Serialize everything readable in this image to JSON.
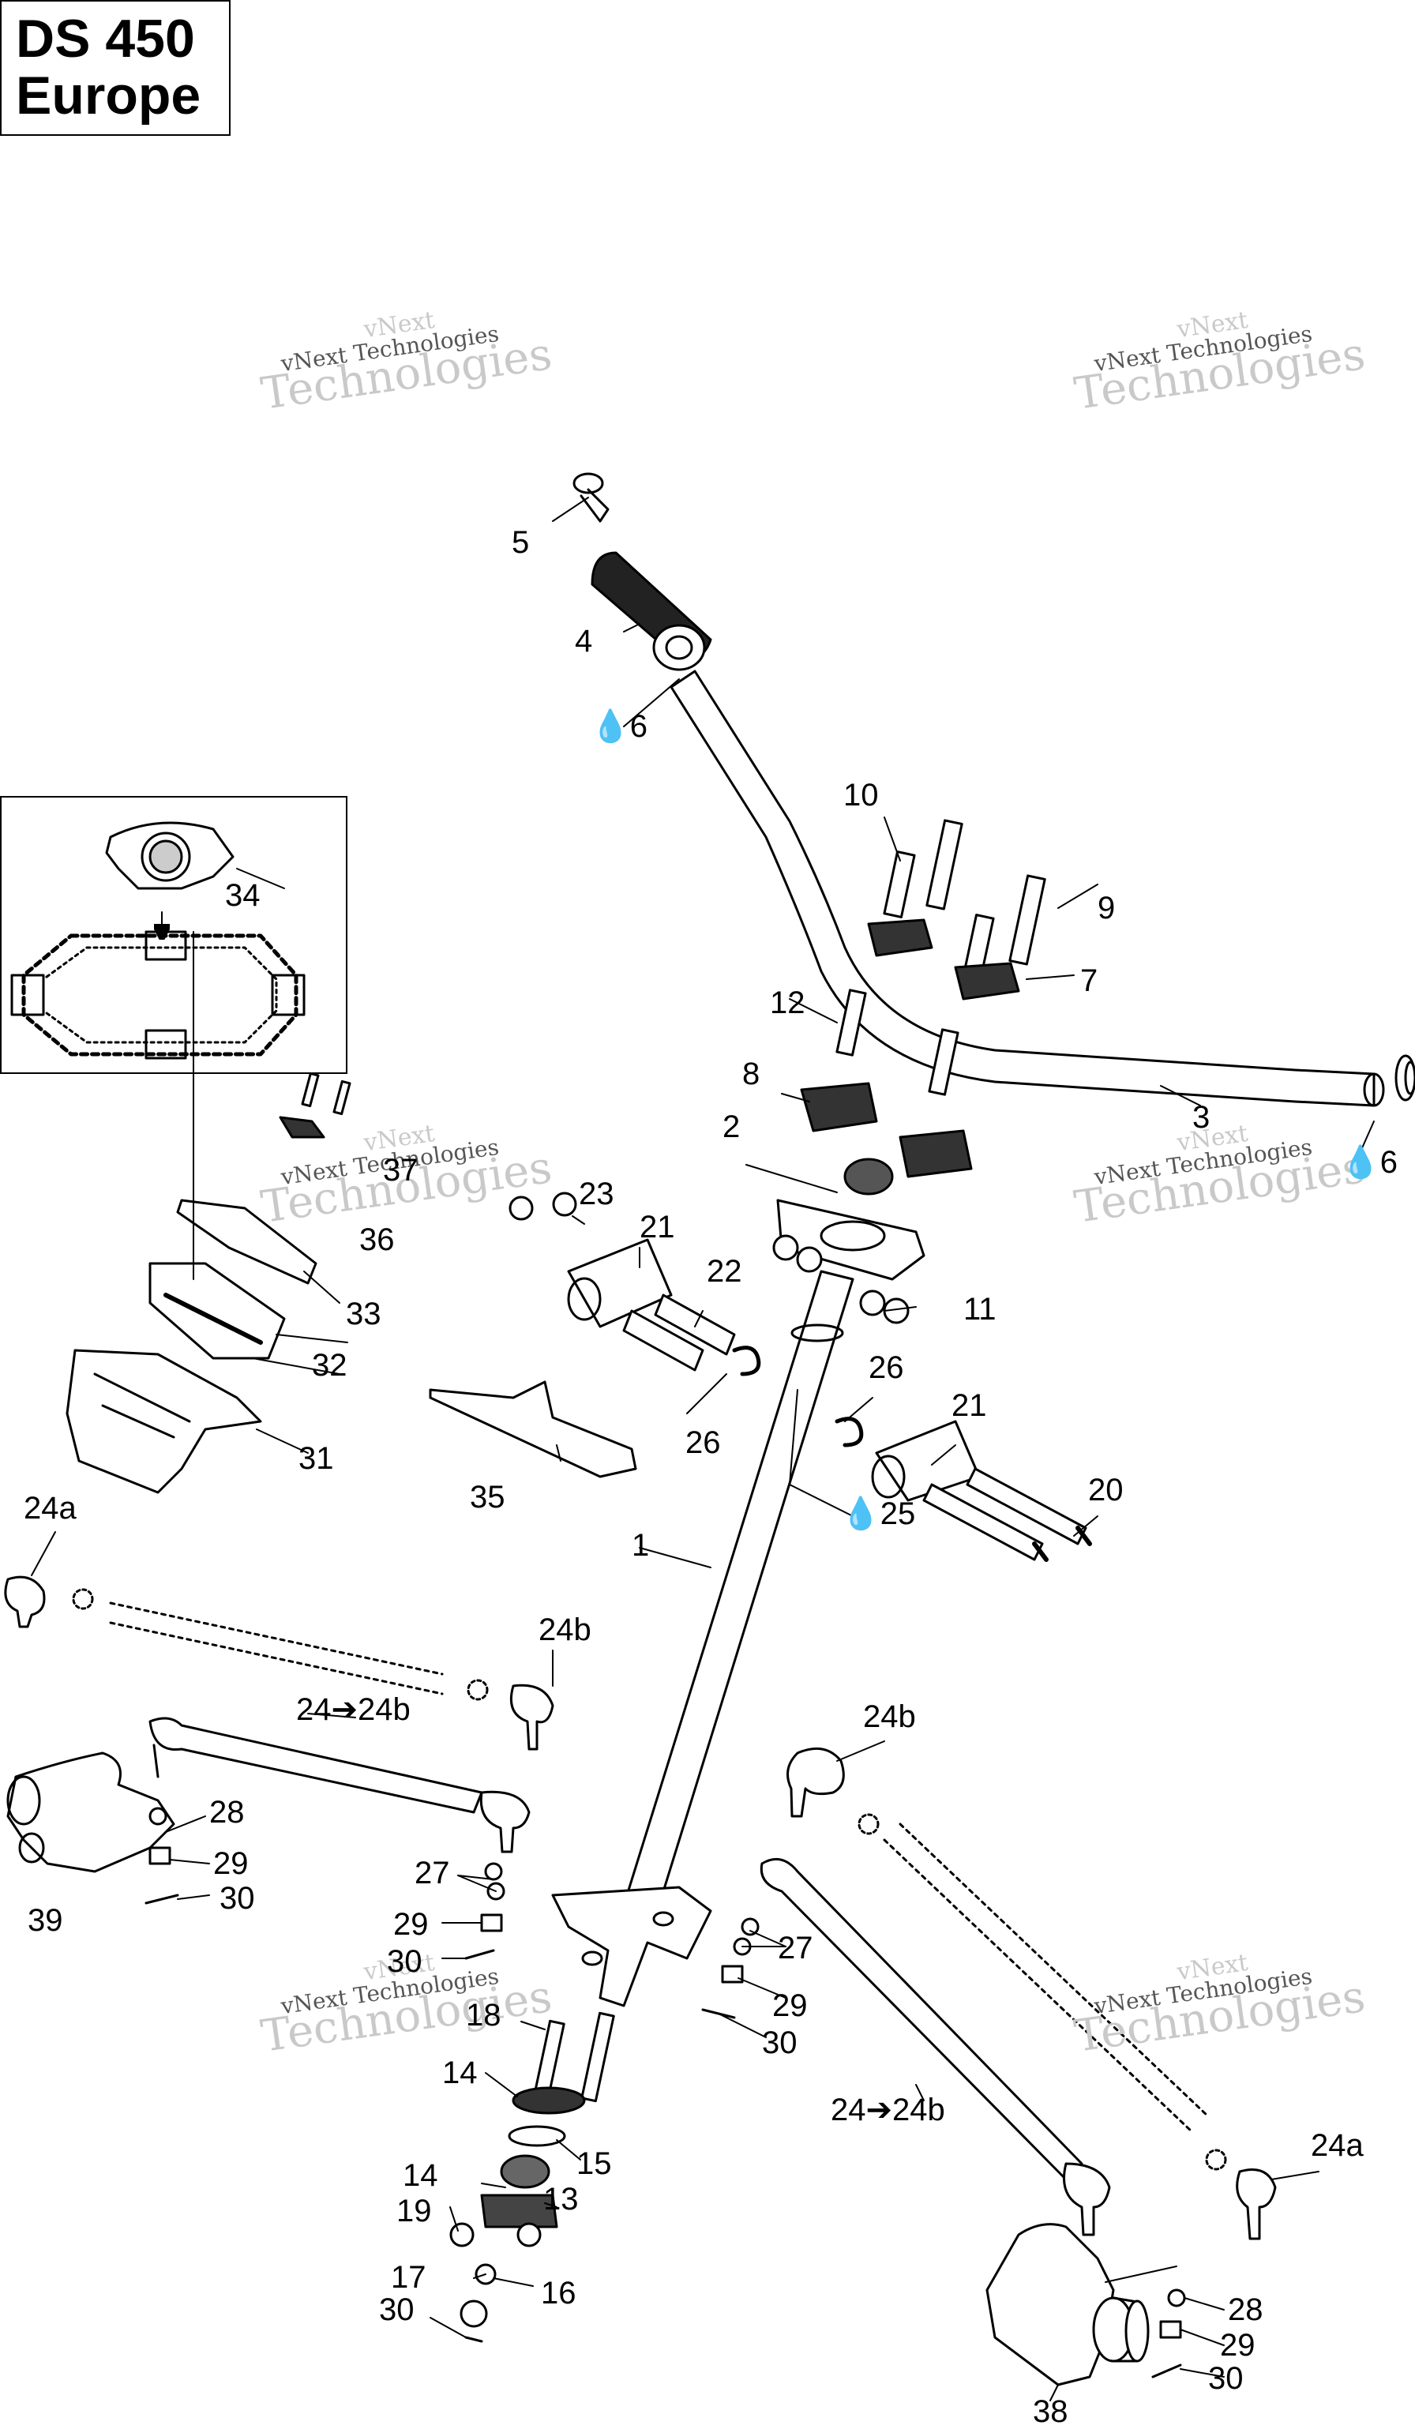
{
  "title": {
    "line1": "DS 450",
    "line2": "Europe"
  },
  "watermark": {
    "line1": "vNext",
    "line2": "vNext Technologies",
    "line3": "Technologies"
  },
  "callouts": [
    {
      "id": "c5",
      "text": "5"
    },
    {
      "id": "c4",
      "text": "4"
    },
    {
      "id": "c6a",
      "text": "💧6"
    },
    {
      "id": "c10",
      "text": "10"
    },
    {
      "id": "c9",
      "text": "9"
    },
    {
      "id": "c7",
      "text": "7"
    },
    {
      "id": "c34",
      "text": "34"
    },
    {
      "id": "c12",
      "text": "12"
    },
    {
      "id": "c8",
      "text": "8"
    },
    {
      "id": "c3",
      "text": "3"
    },
    {
      "id": "c6b",
      "text": "💧6"
    },
    {
      "id": "c2",
      "text": "2"
    },
    {
      "id": "c37",
      "text": "37"
    },
    {
      "id": "c23",
      "text": "23"
    },
    {
      "id": "c21a",
      "text": "21"
    },
    {
      "id": "c36",
      "text": "36"
    },
    {
      "id": "c22",
      "text": "22"
    },
    {
      "id": "c33",
      "text": "33"
    },
    {
      "id": "c11",
      "text": "11"
    },
    {
      "id": "c32",
      "text": "32"
    },
    {
      "id": "c26a",
      "text": "26"
    },
    {
      "id": "c26b",
      "text": "26"
    },
    {
      "id": "c21b",
      "text": "21"
    },
    {
      "id": "c31",
      "text": "31"
    },
    {
      "id": "c35",
      "text": "35"
    },
    {
      "id": "c25",
      "text": "💧25"
    },
    {
      "id": "c20",
      "text": "20"
    },
    {
      "id": "c24a1",
      "text": "24a"
    },
    {
      "id": "c1",
      "text": "1"
    },
    {
      "id": "c24b1",
      "text": "24b"
    },
    {
      "id": "c24to24b1",
      "text": "24➔24b"
    },
    {
      "id": "c24b2",
      "text": "24b"
    },
    {
      "id": "c28a",
      "text": "28"
    },
    {
      "id": "c29a",
      "text": "29"
    },
    {
      "id": "c39",
      "text": "39"
    },
    {
      "id": "c30a",
      "text": "30"
    },
    {
      "id": "c27a",
      "text": "27"
    },
    {
      "id": "c29b",
      "text": "29"
    },
    {
      "id": "c30b",
      "text": "30"
    },
    {
      "id": "c27b",
      "text": "27"
    },
    {
      "id": "c29c",
      "text": "29"
    },
    {
      "id": "c18",
      "text": "18"
    },
    {
      "id": "c30c",
      "text": "30"
    },
    {
      "id": "c14a",
      "text": "14"
    },
    {
      "id": "c24to24b2",
      "text": "24➔24b"
    },
    {
      "id": "c15",
      "text": "15"
    },
    {
      "id": "c24a2",
      "text": "24a"
    },
    {
      "id": "c14b",
      "text": "14"
    },
    {
      "id": "c13",
      "text": "13"
    },
    {
      "id": "c19",
      "text": "19"
    },
    {
      "id": "c17",
      "text": "17"
    },
    {
      "id": "c16",
      "text": "16"
    },
    {
      "id": "c30d",
      "text": "30"
    },
    {
      "id": "c28b",
      "text": "28"
    },
    {
      "id": "c29d",
      "text": "29"
    },
    {
      "id": "c30e",
      "text": "30"
    },
    {
      "id": "c38",
      "text": "38"
    }
  ]
}
